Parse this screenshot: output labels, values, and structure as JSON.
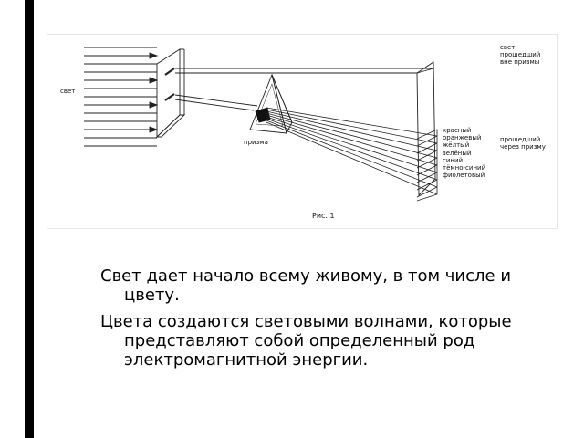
{
  "figure": {
    "light_label": "свет",
    "prism_label": "призма",
    "outside_label": [
      "свет,",
      "прошедший",
      "вне призмы"
    ],
    "through_label": [
      "прошедший",
      "через призму"
    ],
    "spectrum": [
      "красный",
      "оранжевый",
      "жёлтый",
      "зелёный",
      "синий",
      "тёмно-синий",
      "фиолетовый"
    ],
    "caption": "Рис. 1"
  },
  "text": {
    "paragraphs": [
      "Свет дает начало всему живому, в том числе и цвету.",
      "Цвета создаются световыми волнами, которые представляют собой определенный род электромагнитной энергии."
    ]
  },
  "colors": {
    "sidebar": "#000000",
    "line": "#222222"
  }
}
